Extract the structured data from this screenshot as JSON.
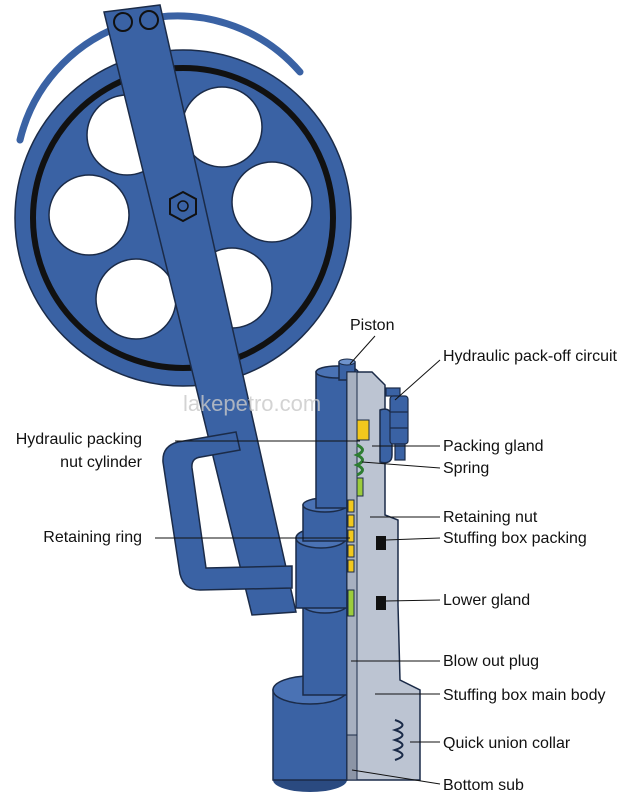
{
  "watermark": "lakepetro.com",
  "colors": {
    "blue": "#3a62a4",
    "blue_dark": "#2a4a80",
    "outline": "#1b2b48",
    "steel": "#bcc4d2",
    "steel_dark": "#8c95a6",
    "yellow": "#f2c81d",
    "green": "#9ccc3c"
  },
  "labels": {
    "piston": "Piston",
    "hydraulic_pack_off_circuit": "Hydraulic pack-off circuit",
    "hydraulic_packing_line1": "Hydraulic packing",
    "hydraulic_packing_line2": "nut cylinder",
    "packing_gland": "Packing gland",
    "spring": "Spring",
    "retaining_nut": "Retaining nut",
    "retaining_ring": "Retaining ring",
    "stuffing_box_packing": "Stuffing box packing",
    "lower_gland": "Lower gland",
    "blow_out_plug": "Blow out plug",
    "stuffing_box_main_body": "Stuffing box main body",
    "quick_union_collar": "Quick union collar",
    "bottom_sub": "Bottom sub"
  }
}
